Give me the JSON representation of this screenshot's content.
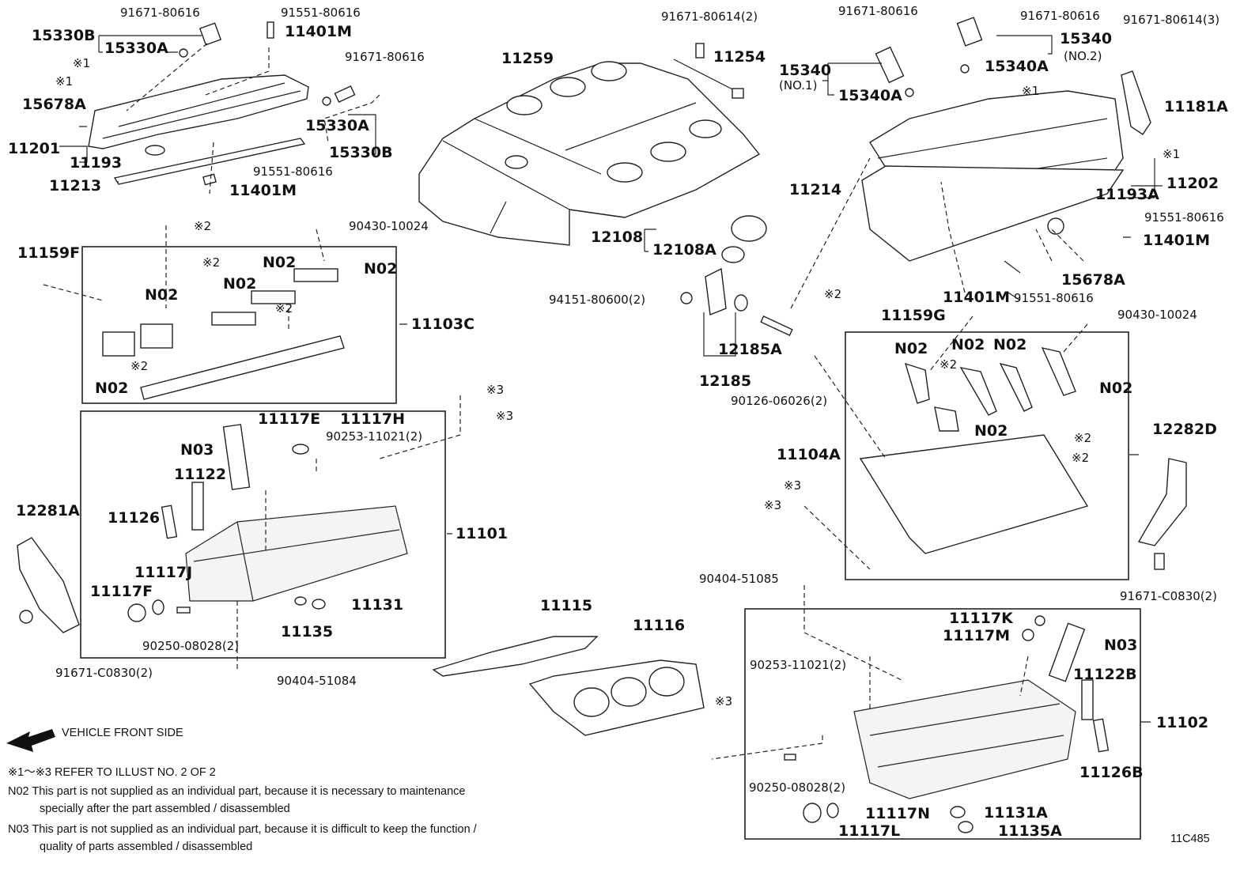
{
  "illustration_id": "11C485",
  "notes": {
    "vehicle_front": "VEHICLE FRONT SIDE",
    "refer": "※1～※3  REFER TO ILLUST NO. 2 OF 2",
    "n02_line1": "N02  This part is not supplied as an individual part, because it is necessary to maintenance",
    "n02_line2": "specially after the part assembled / disassembled",
    "n03_line1": "N03  This part is not supplied as an individual part, because it is difficult to keep the function /",
    "n03_line2": "quality of parts  assembled / disassembled"
  },
  "labels": [
    {
      "text": "91671-80616",
      "style": "s"
    },
    {
      "text": "91551-80616",
      "style": "s"
    },
    {
      "text": "15330B",
      "style": "b"
    },
    {
      "text": "15330A",
      "style": "b"
    },
    {
      "text": "11401M",
      "style": "b"
    },
    {
      "text": "※1",
      "style": "s"
    },
    {
      "text": "※1",
      "style": "s"
    },
    {
      "text": "91671-80616",
      "style": "s"
    },
    {
      "text": "15678A",
      "style": "b"
    },
    {
      "text": "15330A",
      "style": "b"
    },
    {
      "text": "11201",
      "style": "b"
    },
    {
      "text": "11193",
      "style": "b"
    },
    {
      "text": "15330B",
      "style": "b"
    },
    {
      "text": "11213",
      "style": "b"
    },
    {
      "text": "91551-80616",
      "style": "s"
    },
    {
      "text": "11401M",
      "style": "b"
    },
    {
      "text": "11259",
      "style": "b"
    },
    {
      "text": "91671-80614(2)",
      "style": "s"
    },
    {
      "text": "11254",
      "style": "b"
    },
    {
      "text": "91671-80616",
      "style": "s"
    },
    {
      "text": "91671-80616",
      "style": "s"
    },
    {
      "text": "91671-80614(3)",
      "style": "s"
    },
    {
      "text": "15340",
      "style": "b"
    },
    {
      "text": "(NO.2)",
      "style": "s"
    },
    {
      "text": "15340",
      "style": "b"
    },
    {
      "text": "15340A",
      "style": "b"
    },
    {
      "text": "(NO.1)",
      "style": "s"
    },
    {
      "text": "15340A",
      "style": "b"
    },
    {
      "text": "※1",
      "style": "s"
    },
    {
      "text": "11181A",
      "style": "b"
    },
    {
      "text": "※1",
      "style": "s"
    },
    {
      "text": "11202",
      "style": "b"
    },
    {
      "text": "11214",
      "style": "b"
    },
    {
      "text": "11193A",
      "style": "b"
    },
    {
      "text": "91551-80616",
      "style": "s"
    },
    {
      "text": "11401M",
      "style": "b"
    },
    {
      "text": "15678A",
      "style": "b"
    },
    {
      "text": "11401M",
      "style": "b"
    },
    {
      "text": "91551-80616",
      "style": "s"
    },
    {
      "text": "※2",
      "style": "s"
    },
    {
      "text": "90430-10024",
      "style": "s"
    },
    {
      "text": "11159F",
      "style": "b"
    },
    {
      "text": "※2",
      "style": "s"
    },
    {
      "text": "N02",
      "style": "b"
    },
    {
      "text": "N02",
      "style": "b"
    },
    {
      "text": "N02",
      "style": "b"
    },
    {
      "text": "N02",
      "style": "b"
    },
    {
      "text": "※2",
      "style": "s"
    },
    {
      "text": "11103C",
      "style": "b"
    },
    {
      "text": "※2",
      "style": "s"
    },
    {
      "text": "N02",
      "style": "b"
    },
    {
      "text": "12108",
      "style": "b"
    },
    {
      "text": "12108A",
      "style": "b"
    },
    {
      "text": "94151-80600(2)",
      "style": "s"
    },
    {
      "text": "12185A",
      "style": "b"
    },
    {
      "text": "12185",
      "style": "b"
    },
    {
      "text": "90126-06026(2)",
      "style": "s"
    },
    {
      "text": "※2",
      "style": "s"
    },
    {
      "text": "11159G",
      "style": "b"
    },
    {
      "text": "90430-10024",
      "style": "s"
    },
    {
      "text": "N02",
      "style": "b"
    },
    {
      "text": "N02",
      "style": "b"
    },
    {
      "text": "N02",
      "style": "b"
    },
    {
      "text": "※2",
      "style": "s"
    },
    {
      "text": "N02",
      "style": "b"
    },
    {
      "text": "N02",
      "style": "b"
    },
    {
      "text": "※2",
      "style": "s"
    },
    {
      "text": "11104A",
      "style": "b"
    },
    {
      "text": "※2",
      "style": "s"
    },
    {
      "text": "12282D",
      "style": "b"
    },
    {
      "text": "※3",
      "style": "s"
    },
    {
      "text": "※3",
      "style": "s"
    },
    {
      "text": "※3",
      "style": "s"
    },
    {
      "text": "※3",
      "style": "s"
    },
    {
      "text": "11117E",
      "style": "b"
    },
    {
      "text": "11117H",
      "style": "b"
    },
    {
      "text": "90253-11021(2)",
      "style": "s"
    },
    {
      "text": "N03",
      "style": "b"
    },
    {
      "text": "11122",
      "style": "b"
    },
    {
      "text": "11126",
      "style": "b"
    },
    {
      "text": "12281A",
      "style": "b"
    },
    {
      "text": "11101",
      "style": "b"
    },
    {
      "text": "11117J",
      "style": "b"
    },
    {
      "text": "11117F",
      "style": "b"
    },
    {
      "text": "11131",
      "style": "b"
    },
    {
      "text": "11135",
      "style": "b"
    },
    {
      "text": "90250-08028(2)",
      "style": "s"
    },
    {
      "text": "91671-C0830(2)",
      "style": "s"
    },
    {
      "text": "90404-51084",
      "style": "s"
    },
    {
      "text": "11115",
      "style": "b"
    },
    {
      "text": "11116",
      "style": "b"
    },
    {
      "text": "90404-51085",
      "style": "s"
    },
    {
      "text": "91671-C0830(2)",
      "style": "s"
    },
    {
      "text": "11117K",
      "style": "b"
    },
    {
      "text": "11117M",
      "style": "b"
    },
    {
      "text": "N03",
      "style": "b"
    },
    {
      "text": "90253-11021(2)",
      "style": "s"
    },
    {
      "text": "11122B",
      "style": "b"
    },
    {
      "text": "※3",
      "style": "s"
    },
    {
      "text": "11102",
      "style": "b"
    },
    {
      "text": "11126B",
      "style": "b"
    },
    {
      "text": "90250-08028(2)",
      "style": "s"
    },
    {
      "text": "11117N",
      "style": "b"
    },
    {
      "text": "11131A",
      "style": "b"
    },
    {
      "text": "11117L",
      "style": "b"
    },
    {
      "text": "11135A",
      "style": "b"
    }
  ]
}
